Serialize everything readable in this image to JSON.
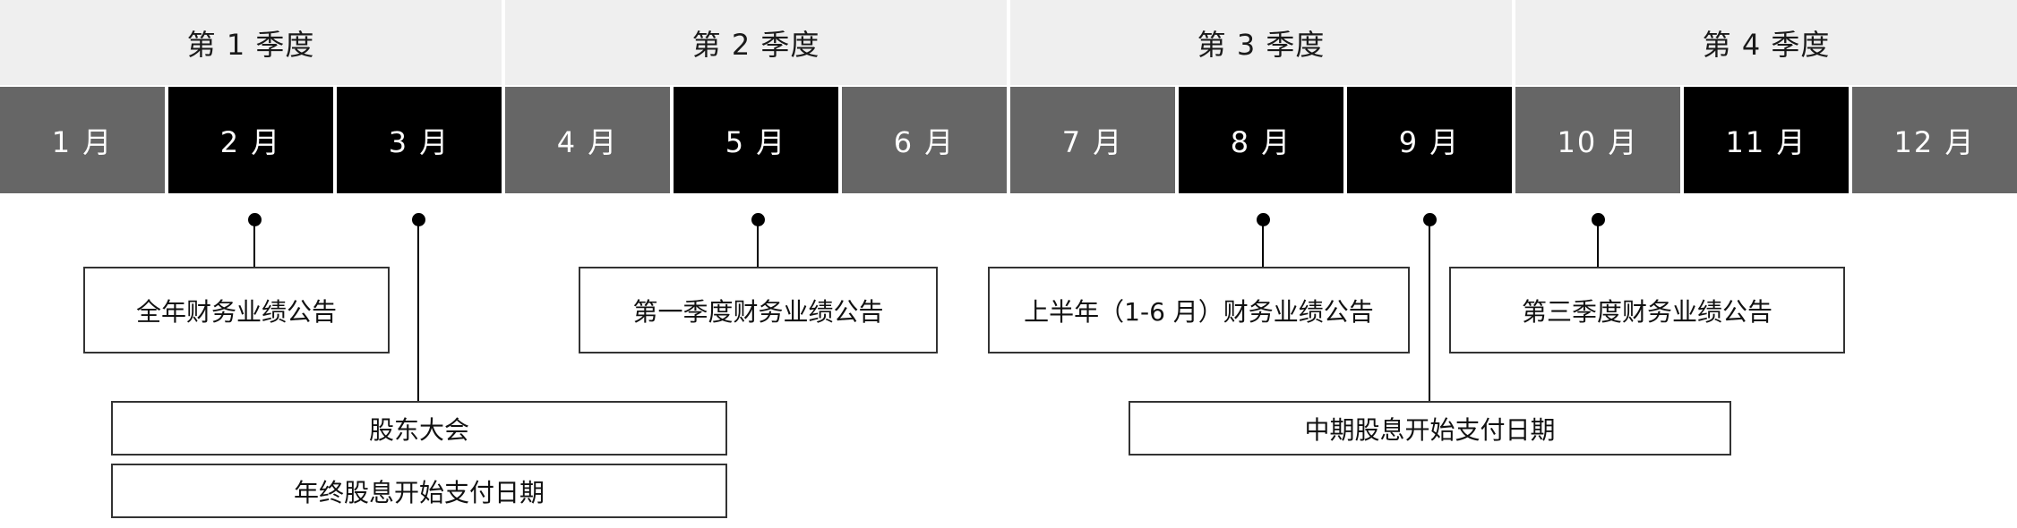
{
  "quarters": [
    "第 1 季度",
    "第 2 季度",
    "第 3 季度",
    "第 4 季度"
  ],
  "months": [
    "1 月",
    "2 月",
    "3 月",
    "4 月",
    "5 月",
    "6 月",
    "7 月",
    "8 月",
    "9 月",
    "10 月",
    "11 月",
    "12 月"
  ],
  "events": {
    "annual_results": "全年财务业绩公告",
    "agm": "股东大会",
    "final_dividend": "年终股息开始支付日期",
    "q1_results": "第一季度财务业绩公告",
    "interim_results": "上半年（1-6 月）财务业绩公告",
    "interim_dividend": "中期股息开始支付日期",
    "q3_results": "第三季度财务业绩公告"
  },
  "colors": {
    "quarter_bg": "#efefef",
    "month_light": "#666666",
    "month_dark": "#000000",
    "box_border": "#333333"
  }
}
